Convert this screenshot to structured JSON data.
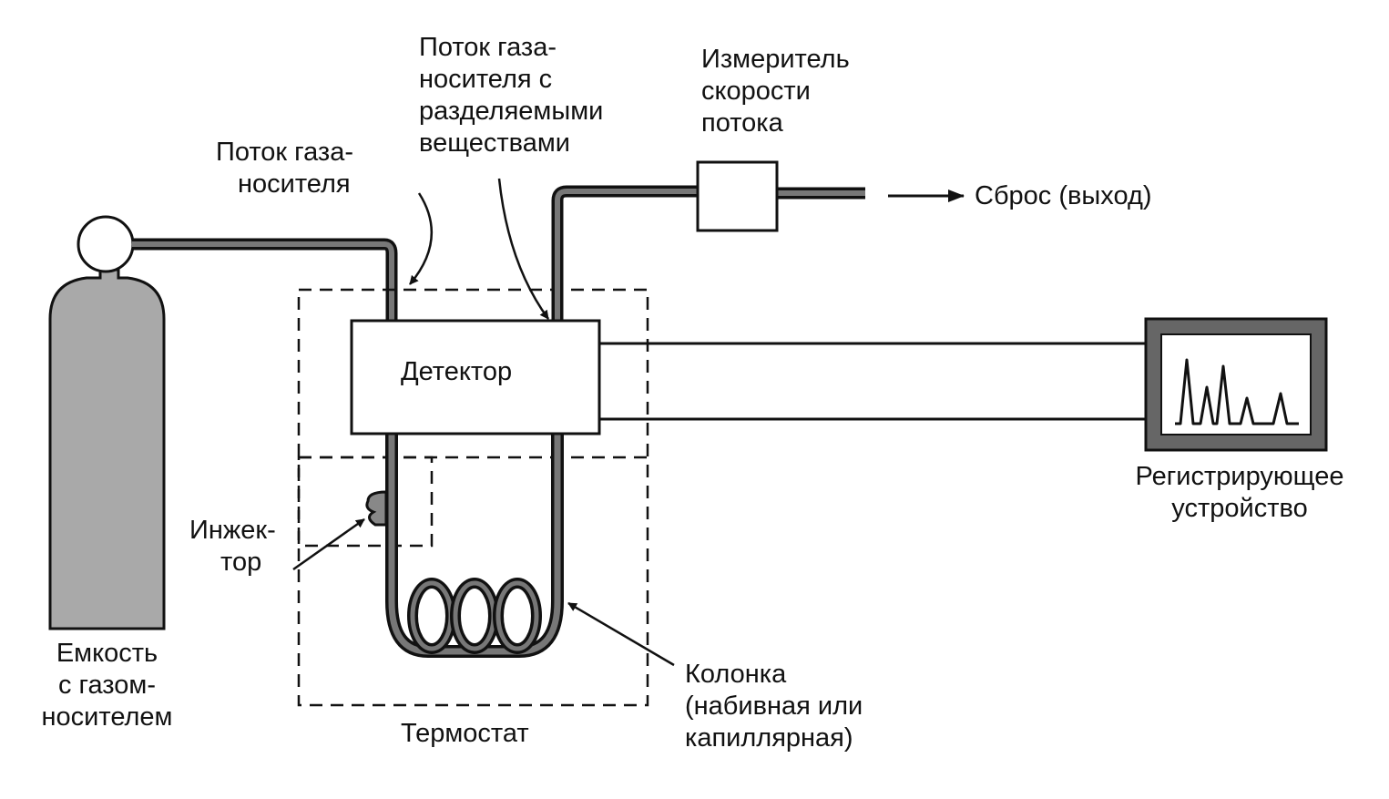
{
  "labels": {
    "carrier_flow": [
      "Поток газа-",
      "носителя"
    ],
    "carrier_with_analytes": [
      "Поток газа-",
      "носителя с",
      "разделяемыми",
      "веществами"
    ],
    "flow_meter": [
      "Измеритель",
      "скорости",
      "потока"
    ],
    "exhaust": "Сброс (выход)",
    "detector": "Детектор",
    "recorder": [
      "Регистрирующее",
      "устройство"
    ],
    "injector": [
      "Инжек-",
      "тор"
    ],
    "cylinder": [
      "Емкость",
      "с газом-",
      "носителем"
    ],
    "thermostat": "Термостат",
    "column": [
      "Колонка",
      "(набивная или",
      "капиллярная)"
    ]
  },
  "colors": {
    "line": "#111111",
    "pipe_fill": "#777777",
    "cylinder_fill": "#a9a9a9",
    "screen_frame": "#666666"
  }
}
